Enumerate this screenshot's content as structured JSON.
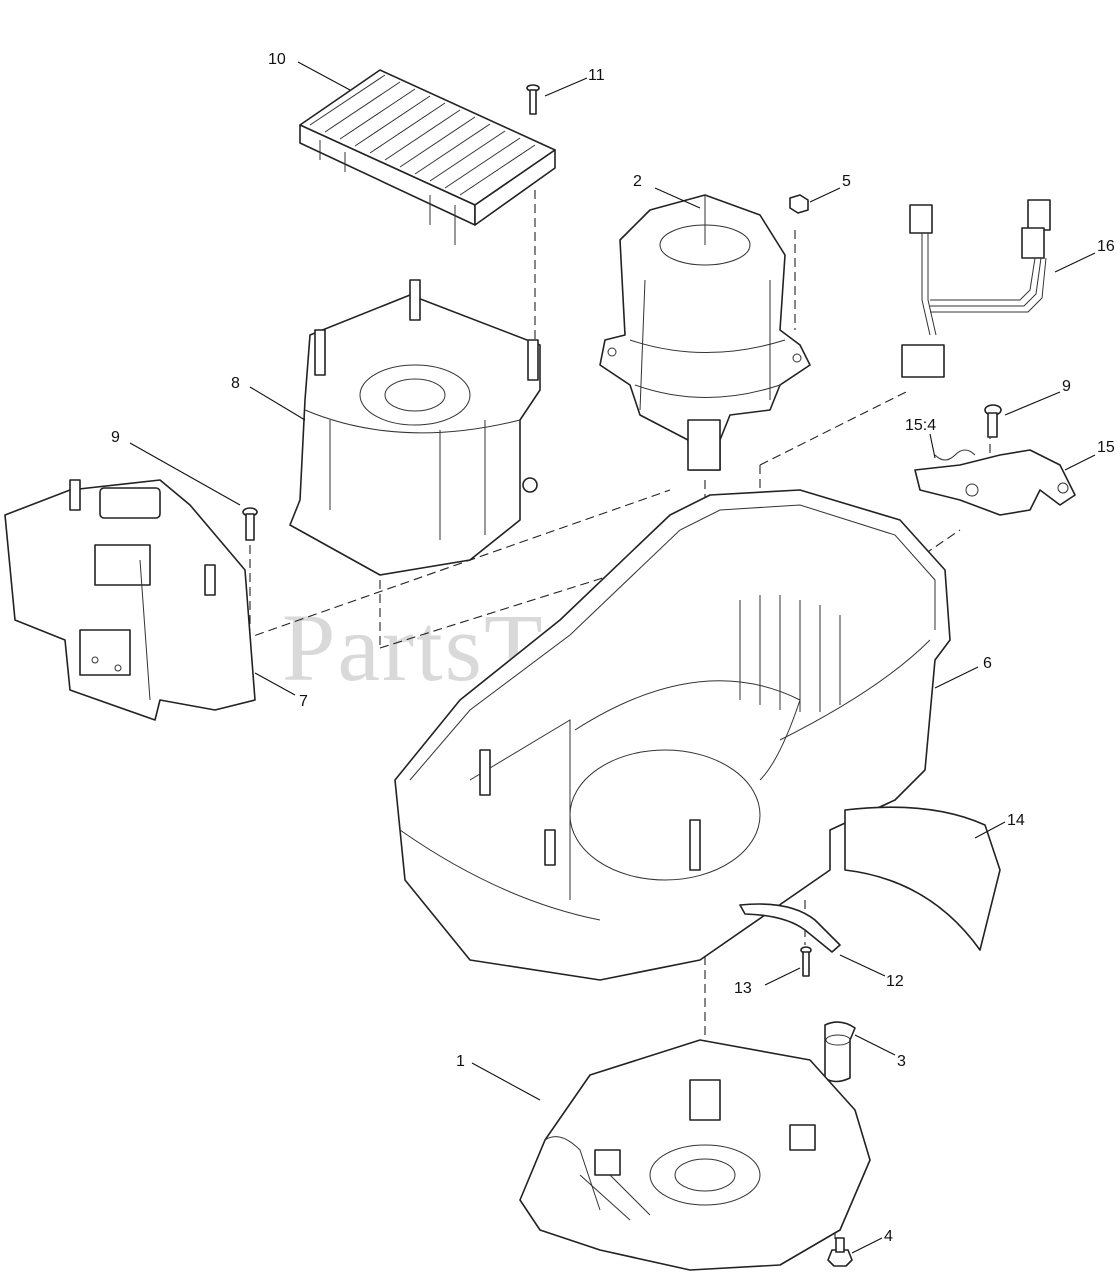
{
  "watermark": {
    "text": "PartsTree",
    "mark": "™"
  },
  "callouts": [
    {
      "id": "1",
      "label": "1"
    },
    {
      "id": "2",
      "label": "2"
    },
    {
      "id": "3",
      "label": "3"
    },
    {
      "id": "4",
      "label": "4"
    },
    {
      "id": "5",
      "label": "5"
    },
    {
      "id": "6",
      "label": "6"
    },
    {
      "id": "7",
      "label": "7"
    },
    {
      "id": "8",
      "label": "8"
    },
    {
      "id": "9a",
      "label": "9"
    },
    {
      "id": "9b",
      "label": "9"
    },
    {
      "id": "10",
      "label": "10"
    },
    {
      "id": "11",
      "label": "11"
    },
    {
      "id": "12",
      "label": "12"
    },
    {
      "id": "13",
      "label": "13"
    },
    {
      "id": "14",
      "label": "14"
    },
    {
      "id": "15",
      "label": "15"
    },
    {
      "id": "15_4",
      "label": "15:4"
    },
    {
      "id": "16",
      "label": "16"
    }
  ]
}
